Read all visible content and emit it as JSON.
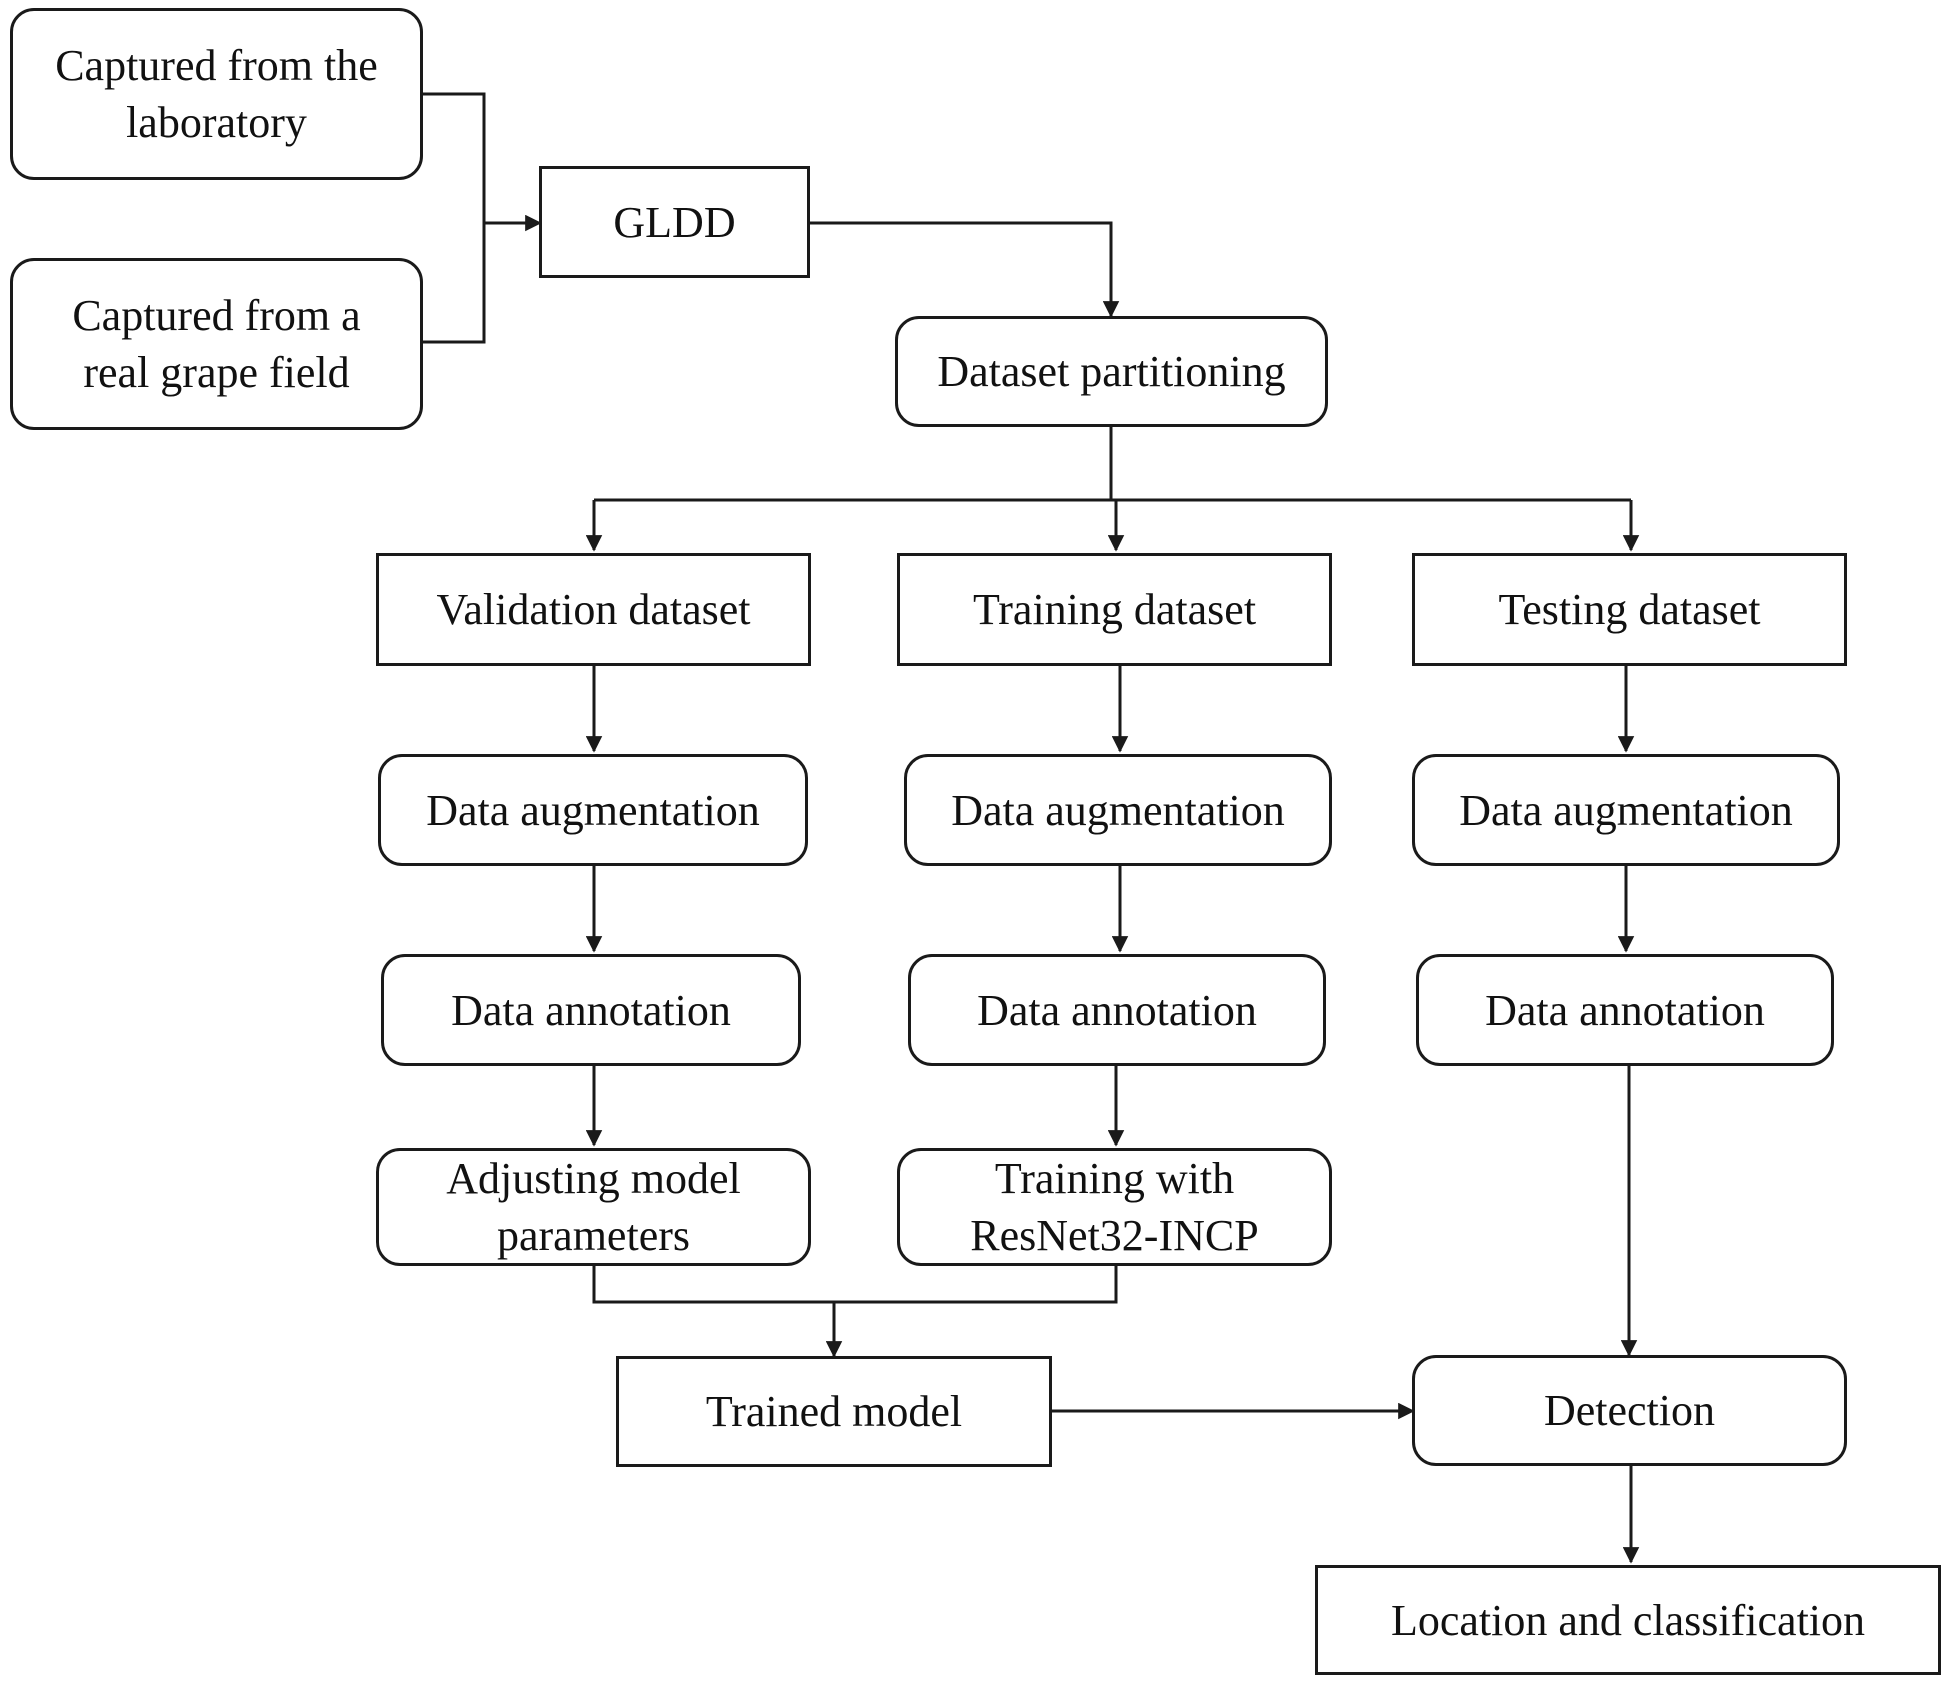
{
  "nodes": {
    "lab": "Captured from the\nlaboratory",
    "field": "Captured from a\nreal grape field",
    "gldd": "GLDD",
    "partition": "Dataset partitioning",
    "val_ds": "Validation dataset",
    "train_ds": "Training dataset",
    "test_ds": "Testing dataset",
    "val_aug": "Data augmentation",
    "train_aug": "Data augmentation",
    "test_aug": "Data augmentation",
    "val_ann": "Data annotation",
    "train_ann": "Data annotation",
    "test_ann": "Data annotation",
    "adjust": "Adjusting model\nparameters",
    "train_with": "Training with\nResNet32-INCP",
    "trained": "Trained model",
    "detection": "Detection",
    "location": "Location and classification"
  },
  "colors": {
    "stroke": "#1a1a1a",
    "fill": "#ffffff",
    "text": "#111111"
  }
}
